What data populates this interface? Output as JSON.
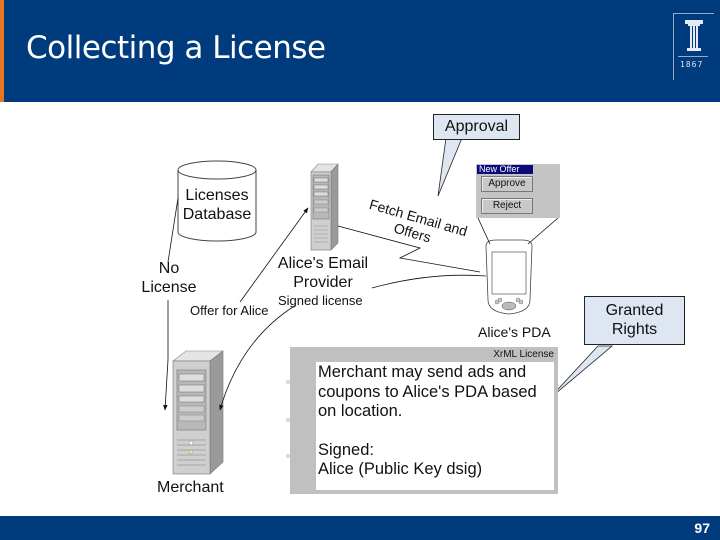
{
  "slide": {
    "title": "Collecting a License",
    "page_number": "97",
    "logo": {
      "icon": "column-icon",
      "year": "1867"
    }
  },
  "colors": {
    "header_bg": "#003c7d",
    "accent": "#e87722",
    "callout_fill": "#dde6f1",
    "popup_title_bg": "#0a0a7a"
  },
  "diagram": {
    "database": {
      "line1": "Licenses",
      "line2": "Database"
    },
    "no_license": {
      "line1": "No",
      "line2": "License"
    },
    "email_provider": {
      "line1": "Alice's Email",
      "line2": "Provider"
    },
    "offer_label": "Offer for Alice",
    "signed_label": "Signed license",
    "fetch_label": {
      "line1": "Fetch Email and",
      "line2": "Offers"
    },
    "approval_callout": "Approval",
    "granted_callout": {
      "line1": "Granted",
      "line2": "Rights"
    },
    "pda_label": "Alice's PDA",
    "merchant_label": "Merchant",
    "pda_popup": {
      "title": "New Offer",
      "approve": "Approve",
      "reject": "Reject"
    },
    "license": {
      "header": "XrML License",
      "line1": "Merchant may send ads and",
      "line2": "coupons to Alice's PDA based",
      "line3": "on location.",
      "line4": "Signed:",
      "line5": "Alice (Public Key dsig)"
    }
  }
}
